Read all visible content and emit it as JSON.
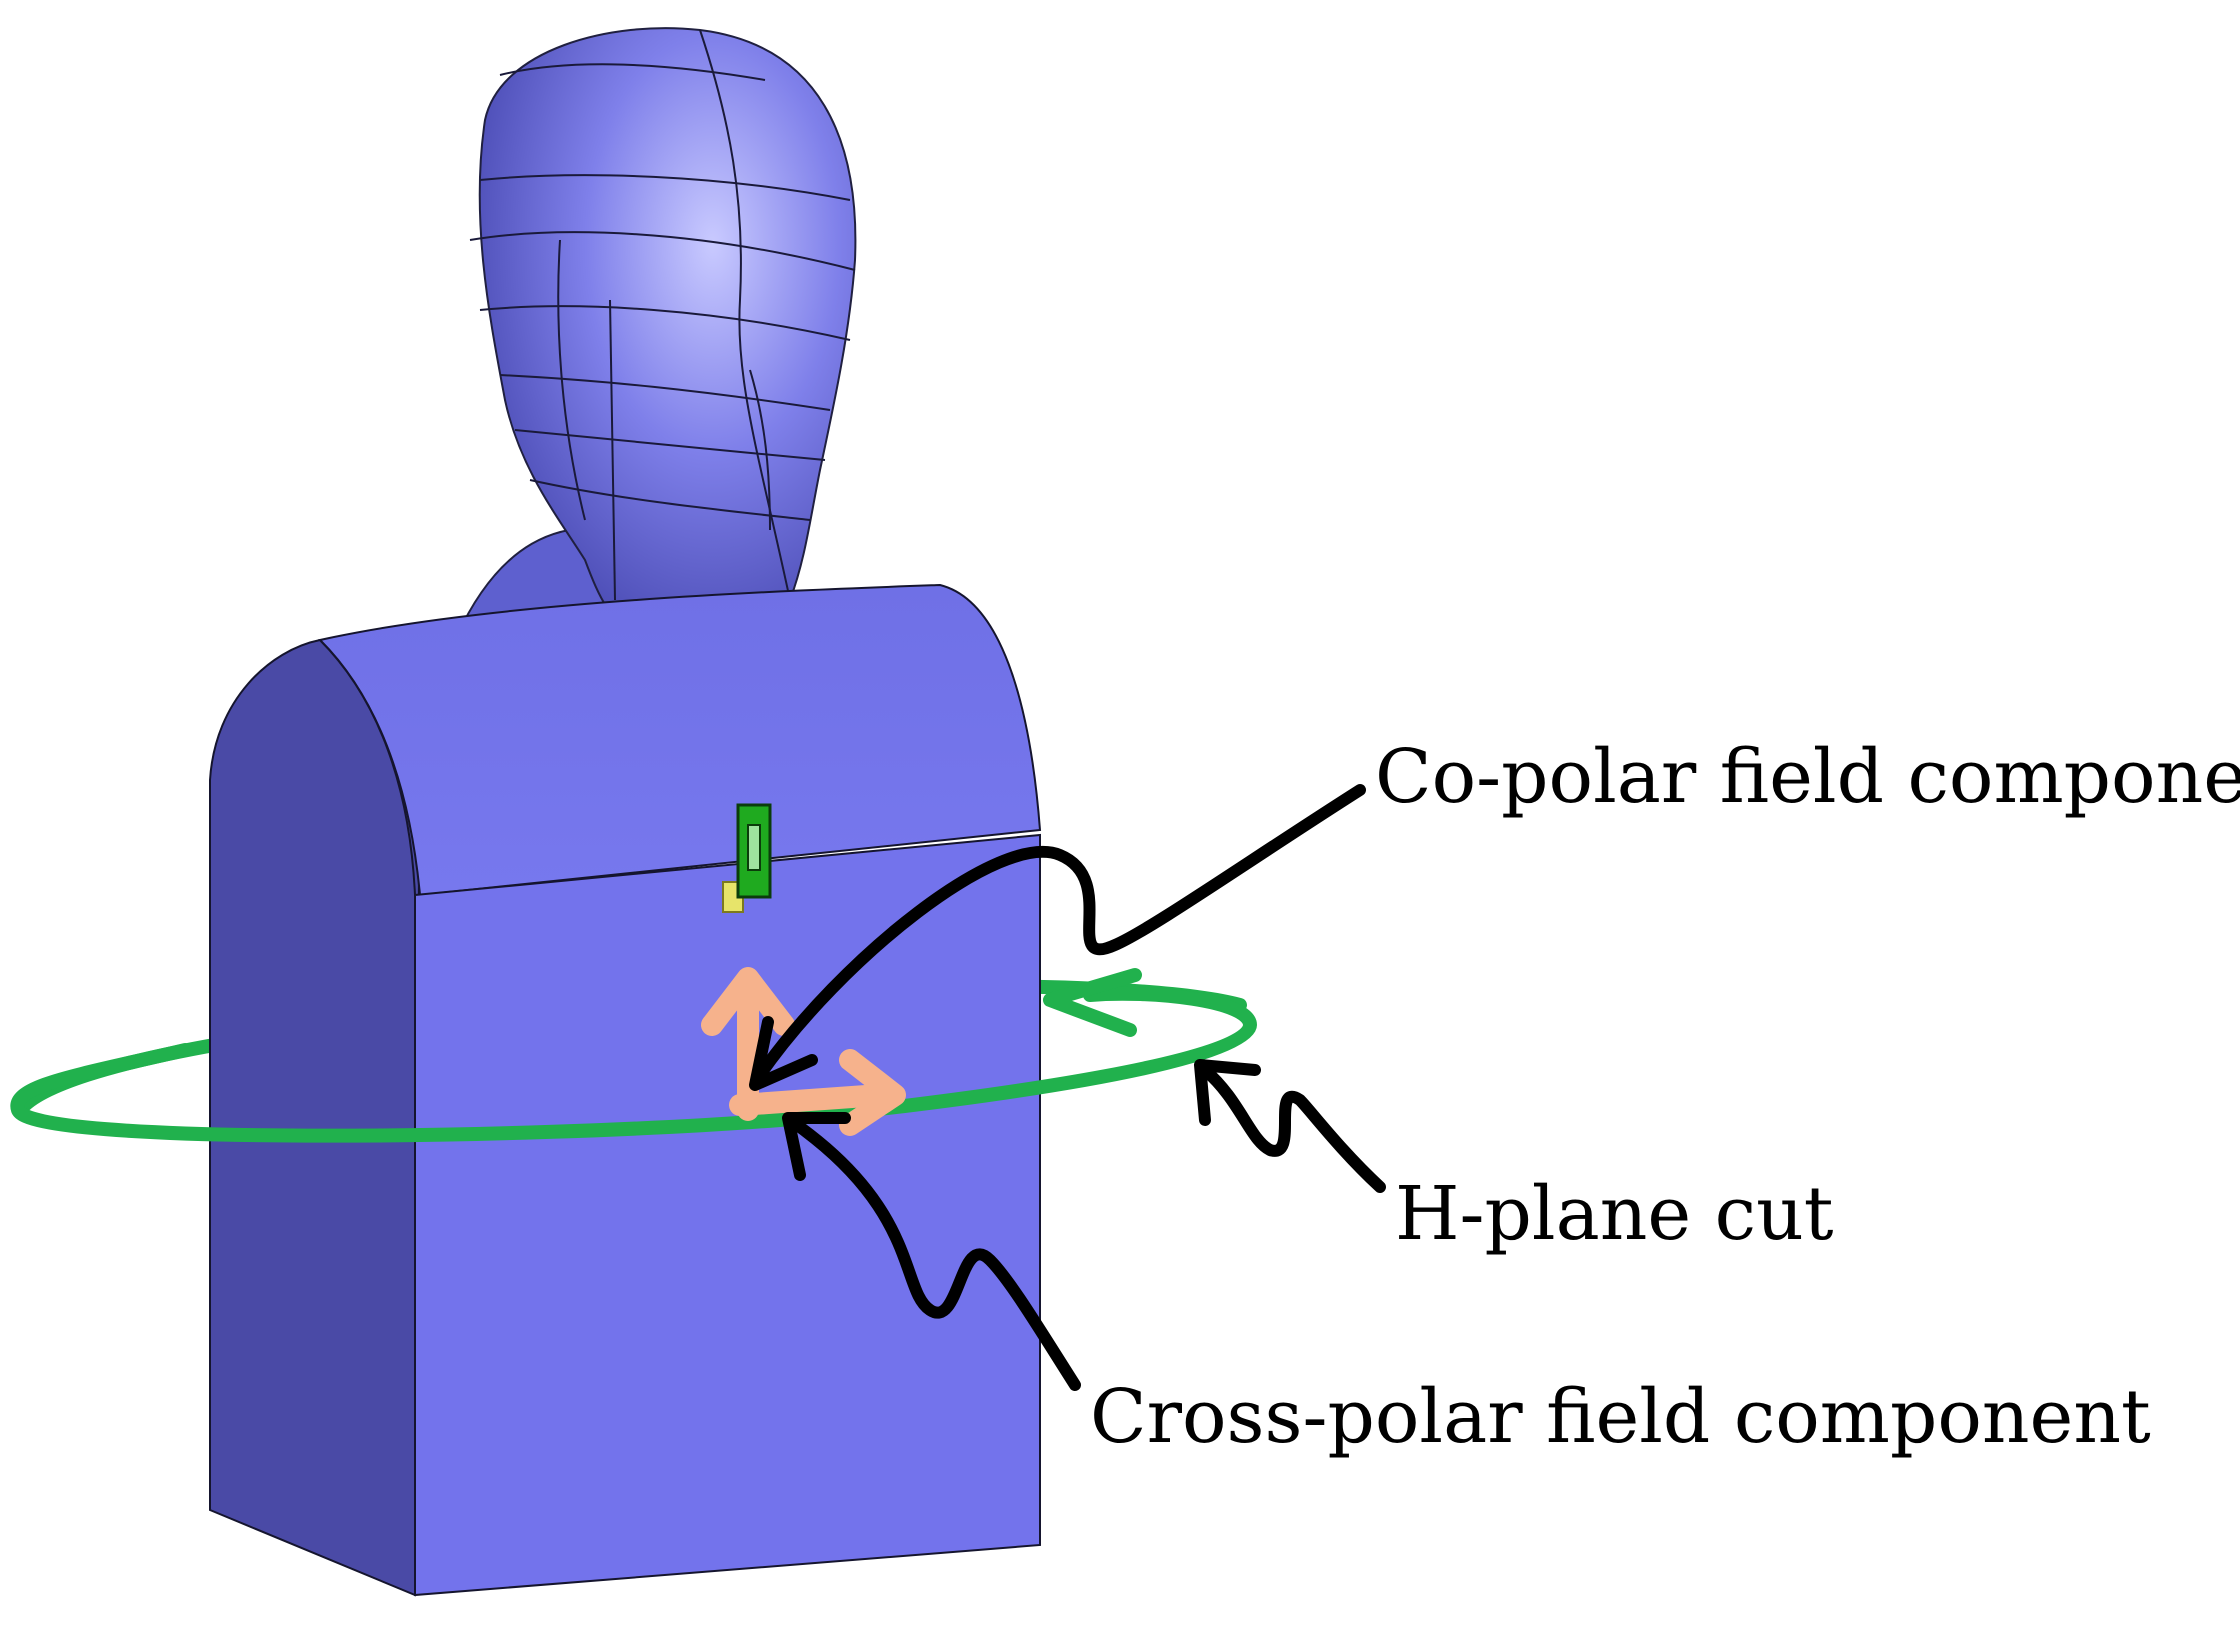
{
  "labels": {
    "co_polar": "Co-polar field component",
    "h_plane": "H-plane cut",
    "cross_polar": "Cross-polar field component"
  },
  "colors": {
    "phantom_front": "#7373ec",
    "phantom_side": "#4a4aa6",
    "phantom_head": "#7d7ee8",
    "cut_ring": "#21b14d",
    "field_arrows": "#f6b28c",
    "pointer": "#000000",
    "antenna": "#1faa1f"
  }
}
